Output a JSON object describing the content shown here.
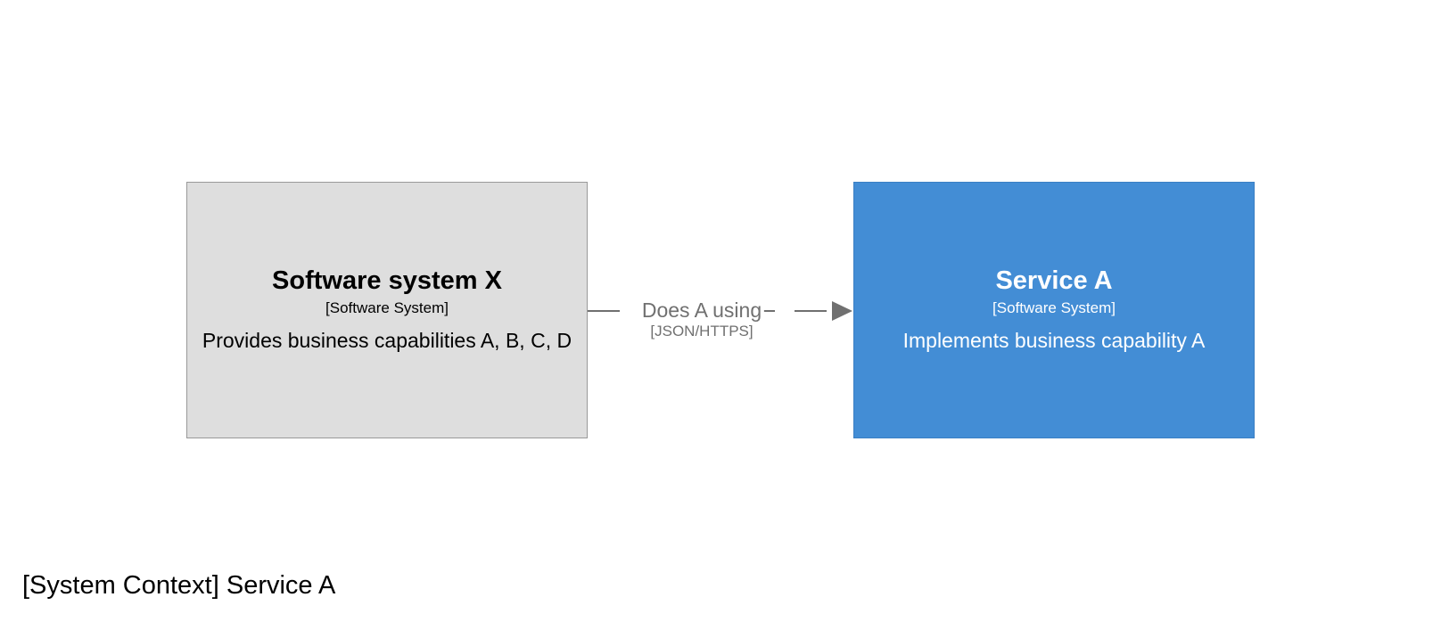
{
  "diagram": {
    "title": "[System Context] Service A",
    "nodes": {
      "source": {
        "name": "Software system X",
        "type": "[Software System]",
        "description": "Provides business capabilities A, B, C, D",
        "fill_color": "#dedede",
        "border_color": "#999999",
        "text_color": "#000000"
      },
      "target": {
        "name": "Service A",
        "type": "[Software System]",
        "description": "Implements business capability A",
        "fill_color": "#438dd5",
        "border_color": "#3b7fc4",
        "text_color": "#ffffff"
      }
    },
    "relationship": {
      "label": "Does A using",
      "technology": "[JSON/HTTPS]",
      "line_style": "dashed",
      "color": "#707070"
    }
  }
}
